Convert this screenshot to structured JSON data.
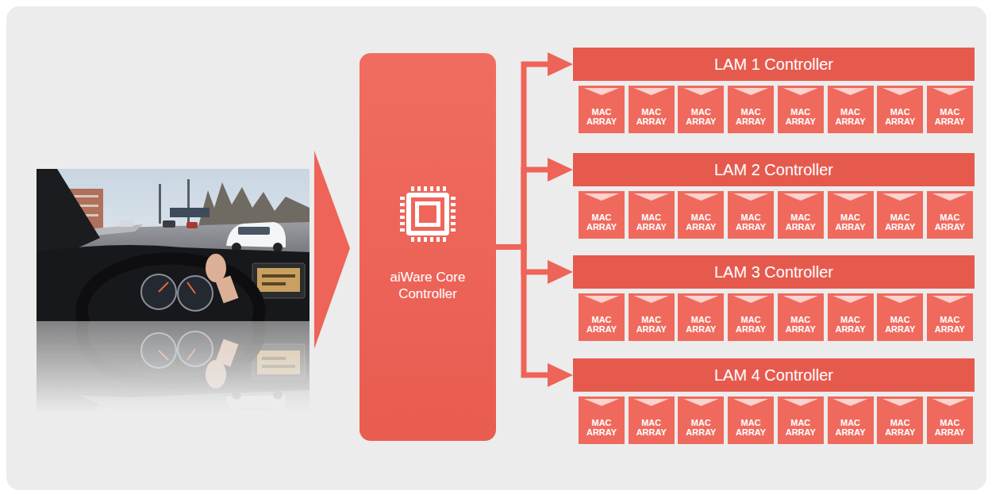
{
  "diagram": {
    "nodes": [
      {
        "text": [
          "aiWare Core Controller"
        ]
      },
      {
        "text": [
          "LAM 1 Controller"
        ]
      },
      {
        "text": [
          "MAC ARRAY"
        ]
      },
      {
        "text": [
          "MAC ARRAY"
        ]
      },
      {
        "text": [
          "MAC ARRAY"
        ]
      },
      {
        "text": [
          "MAC ARRAY"
        ]
      },
      {
        "text": [
          "MAC ARRAY"
        ]
      },
      {
        "text": [
          "MAC ARRAY"
        ]
      },
      {
        "text": [
          "MAC ARRAY"
        ]
      },
      {
        "text": [
          "MAC ARRAY"
        ]
      },
      {
        "text": [
          "LAM 2 Controller"
        ]
      },
      {
        "text": [
          "MAC ARRAY"
        ]
      },
      {
        "text": [
          "MAC ARRAY"
        ]
      },
      {
        "text": [
          "MAC ARRAY"
        ]
      },
      {
        "text": [
          "MAC ARRAY"
        ]
      },
      {
        "text": [
          "MAC ARRAY"
        ]
      },
      {
        "text": [
          "MAC ARRAY"
        ]
      },
      {
        "text": [
          "MAC ARRAY"
        ]
      },
      {
        "text": [
          "MAC ARRAY"
        ]
      },
      {
        "text": [
          "LAM 3 Controller"
        ]
      },
      {
        "text": [
          "MAC ARRAY"
        ]
      },
      {
        "text": [
          "MAC ARRAY"
        ]
      },
      {
        "text": [
          "MAC ARRAY"
        ]
      },
      {
        "text": [
          "MAC ARRAY"
        ]
      },
      {
        "text": [
          "MAC ARRAY"
        ]
      },
      {
        "text": [
          "MAC ARRAY"
        ]
      },
      {
        "text": [
          "MAC ARRAY"
        ]
      },
      {
        "text": [
          "MAC ARRAY"
        ]
      },
      {
        "text": [
          "LAM 4 Controller"
        ]
      },
      {
        "text": [
          "MAC ARRAY"
        ]
      },
      {
        "text": [
          "MAC ARRAY"
        ]
      },
      {
        "text": [
          "MAC ARRAY"
        ]
      },
      {
        "text": [
          "MAC ARRAY"
        ]
      },
      {
        "text": [
          "MAC ARRAY"
        ]
      },
      {
        "text": [
          "MAC ARRAY"
        ]
      },
      {
        "text": [
          "MAC ARRAY"
        ]
      },
      {
        "text": [
          "MAC ARRAY"
        ]
      }
    ],
    "edges": [
      {
        "from": 0,
        "to": 1,
        "arrow": "to"
      },
      {
        "from": 0,
        "to": 10,
        "arrow": "to"
      },
      {
        "from": 0,
        "to": 19,
        "arrow": "to"
      },
      {
        "from": 0,
        "to": 28,
        "arrow": "to"
      }
    ]
  }
}
